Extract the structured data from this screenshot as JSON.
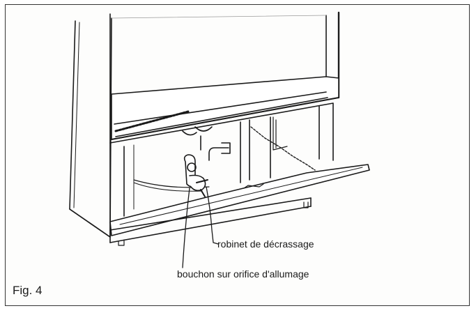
{
  "labels": {
    "robinet": "robinet de décrassage",
    "bouchon": "bouchon sur orifice d'allumage"
  },
  "caption": "Fig. 4",
  "colors": {
    "ink": "#1a1a1a",
    "paper": "#fdfdfc",
    "shade": "#9a9a9a"
  }
}
